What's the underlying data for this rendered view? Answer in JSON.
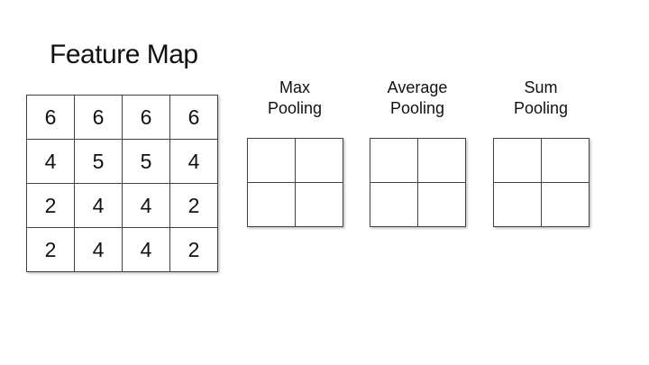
{
  "slide": {
    "title": "Feature Map"
  },
  "feature_map": {
    "rows": [
      [
        6,
        6,
        6,
        6
      ],
      [
        4,
        5,
        5,
        4
      ],
      [
        2,
        4,
        4,
        2
      ],
      [
        2,
        4,
        4,
        2
      ]
    ]
  },
  "pooling": {
    "sections": [
      {
        "id": "max",
        "line1": "Max",
        "line2": "Pooling"
      },
      {
        "id": "average",
        "line1": "Average",
        "line2": "Pooling"
      },
      {
        "id": "sum",
        "line1": "Sum",
        "line2": "Pooling"
      }
    ]
  },
  "colors": {
    "background": "#ffffff",
    "grid_border": "#414141",
    "text": "#111111"
  }
}
